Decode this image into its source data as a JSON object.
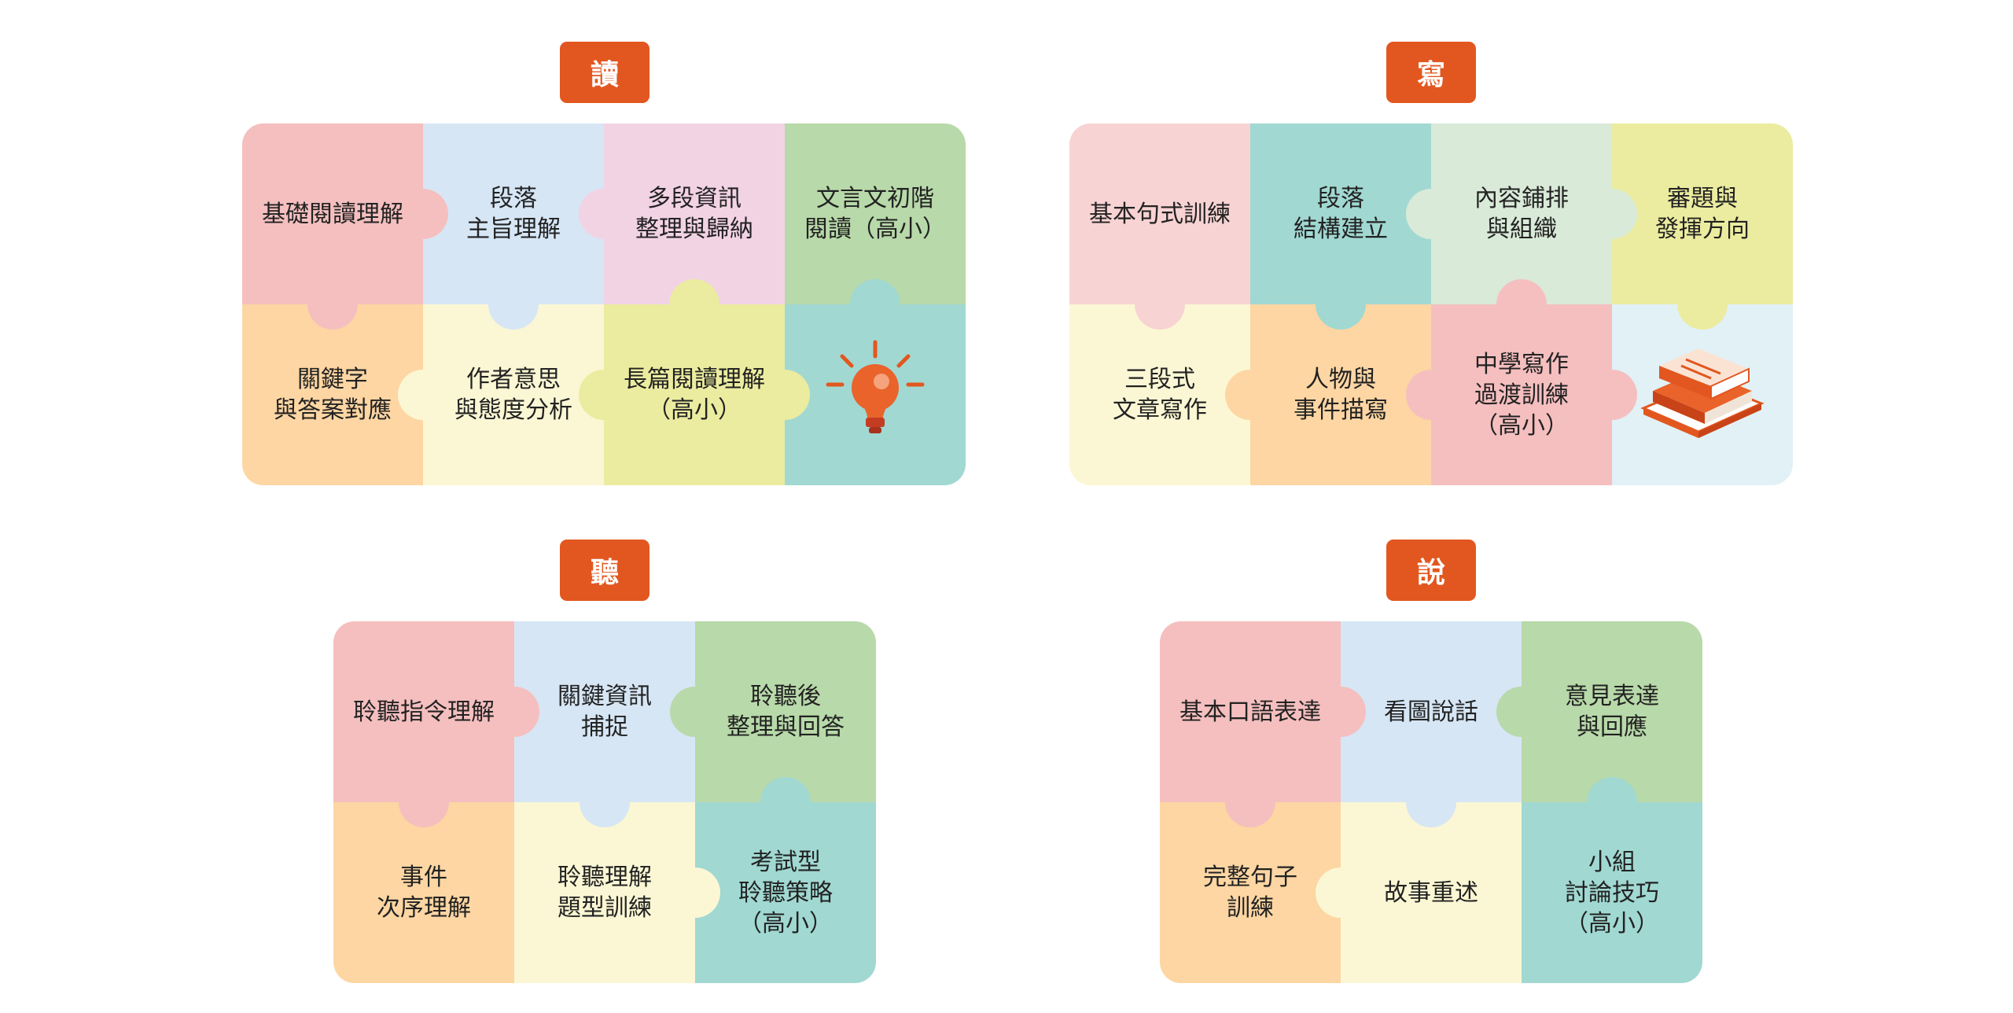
{
  "sections": [
    {
      "title": "讀",
      "cells": [
        "基礎閱讀理解",
        "段落\n主旨理解",
        "多段資訊\n整理與歸納",
        "文言文初階\n閱讀（高小）",
        "關鍵字\n與答案對應",
        "作者意思\n與態度分析",
        "長篇閱讀理解\n（高小）"
      ],
      "icon": "lightbulb-icon"
    },
    {
      "title": "寫",
      "cells": [
        "基本句式訓練",
        "段落\n結構建立",
        "內容鋪排\n與組織",
        "審題與\n發揮方向",
        "三段式\n文章寫作",
        "人物與\n事件描寫",
        "中學寫作\n過渡訓練\n（高小）"
      ],
      "icon": "books-icon"
    },
    {
      "title": "聽",
      "cells": [
        "聆聽指令理解",
        "關鍵資訊\n捕捉",
        "聆聽後\n整理與回答",
        "事件\n次序理解",
        "聆聽理解\n題型訓練",
        "考試型\n聆聽策略\n（高小）"
      ]
    },
    {
      "title": "說",
      "cells": [
        "基本口語表達",
        "看圖說話",
        "意見表達\n與回應",
        "完整句子\n訓練",
        "故事重述",
        "小組\n討論技巧\n（高小）"
      ]
    }
  ]
}
